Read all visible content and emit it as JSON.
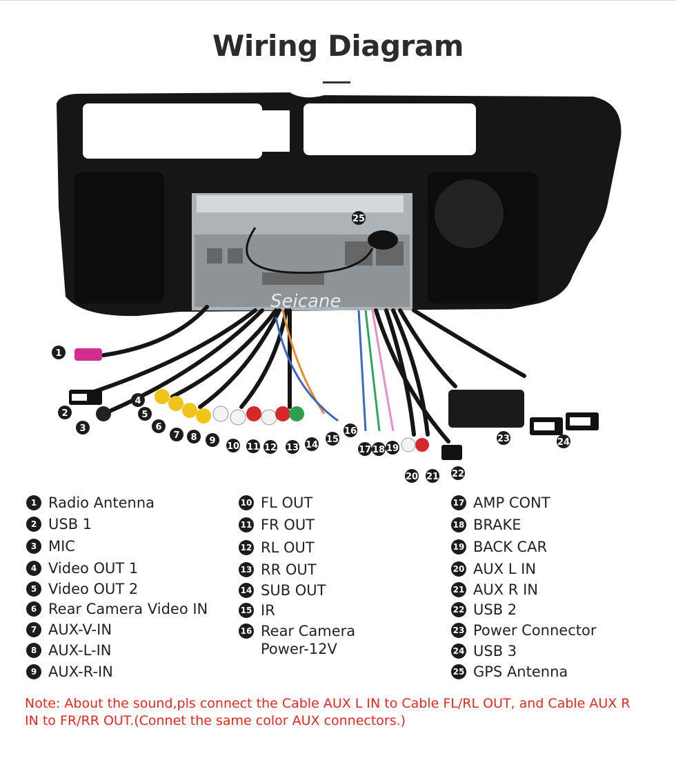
{
  "title": "Wiring Diagram",
  "watermark": "Seicane",
  "callouts": [
    "1",
    "2",
    "3",
    "4",
    "5",
    "6",
    "7",
    "8",
    "9",
    "10",
    "11",
    "12",
    "13",
    "14",
    "15",
    "16",
    "17",
    "18",
    "19",
    "20",
    "21",
    "22",
    "23",
    "24",
    "25"
  ],
  "legend": [
    {
      "num": "1",
      "label": "Radio Antenna"
    },
    {
      "num": "2",
      "label": "USB 1"
    },
    {
      "num": "3",
      "label": "MIC"
    },
    {
      "num": "4",
      "label": "Video OUT 1"
    },
    {
      "num": "5",
      "label": "Video OUT 2"
    },
    {
      "num": "6",
      "label": "Rear Camera Video IN"
    },
    {
      "num": "7",
      "label": "AUX-V-IN"
    },
    {
      "num": "8",
      "label": "AUX-L-IN"
    },
    {
      "num": "9",
      "label": "AUX-R-IN"
    },
    {
      "num": "10",
      "label": "FL OUT"
    },
    {
      "num": "11",
      "label": "FR OUT"
    },
    {
      "num": "12",
      "label": "RL OUT"
    },
    {
      "num": "13",
      "label": "RR OUT"
    },
    {
      "num": "14",
      "label": "SUB OUT"
    },
    {
      "num": "15",
      "label": "IR"
    },
    {
      "num": "16",
      "label": "Rear Camera\nPower-12V"
    },
    {
      "num": "17",
      "label": "AMP CONT"
    },
    {
      "num": "18",
      "label": "BRAKE"
    },
    {
      "num": "19",
      "label": "BACK CAR"
    },
    {
      "num": "20",
      "label": "AUX L IN"
    },
    {
      "num": "21",
      "label": "AUX R IN"
    },
    {
      "num": "22",
      "label": "USB 2"
    },
    {
      "num": "23",
      "label": "Power Connector"
    },
    {
      "num": "24",
      "label": "USB 3"
    },
    {
      "num": "25",
      "label": "GPS Antenna"
    }
  ],
  "note": "Note: About the sound,pls connect the Cable AUX L IN to Cable FL/RL OUT, and Cable AUX R IN to  FR/RR OUT.(Connet the same color AUX connectors.)",
  "colors": {
    "accent_note": "#e8271c",
    "badge": "#1c1c1c",
    "frame": "#161616"
  }
}
